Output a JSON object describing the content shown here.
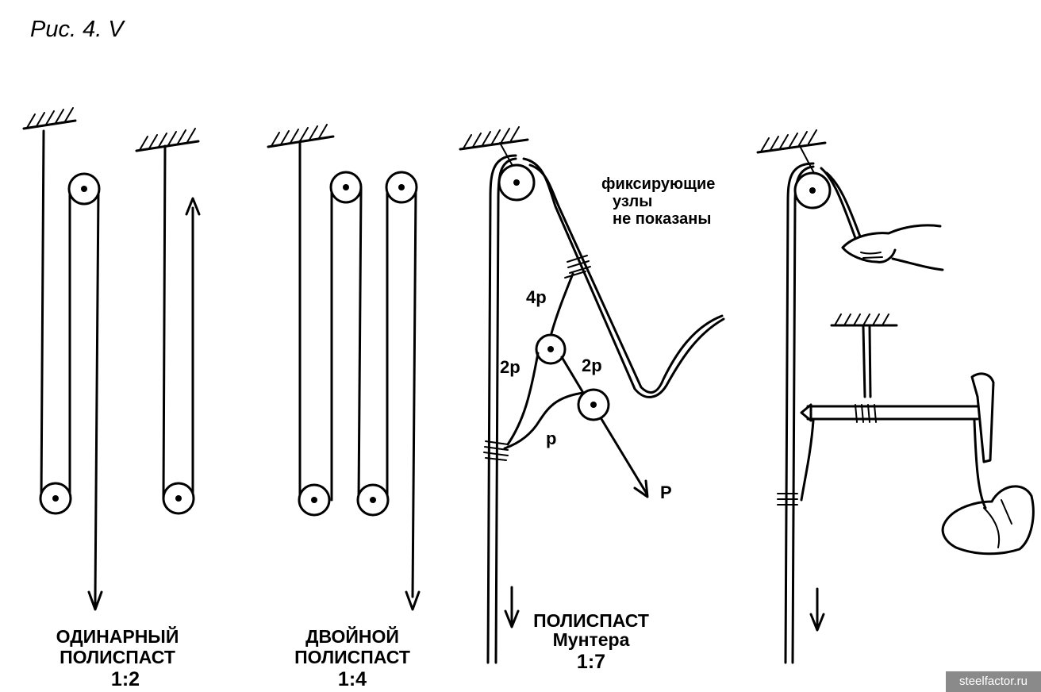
{
  "figure_caption": "Рис. 4. V",
  "diagrams": {
    "single": {
      "caption_line1": "ОДИНАРНЫЙ",
      "caption_line2": "ПОЛИСПАСТ",
      "ratio": "1:2"
    },
    "double": {
      "caption_line1": "ДВОЙНОЙ",
      "caption_line2": "ПОЛИСПАСТ",
      "ratio": "1:4"
    },
    "munter": {
      "caption_line1": "ПОЛИСПАСТ",
      "caption_line2": "Мунтера",
      "ratio": "1:7",
      "note_line1": "фиксирующие",
      "note_line2": "узлы",
      "note_line3": "не показаны",
      "force_labels": [
        "4р",
        "2р",
        "2р",
        "р",
        "Р"
      ]
    }
  },
  "watermark": "steelfactor.ru"
}
